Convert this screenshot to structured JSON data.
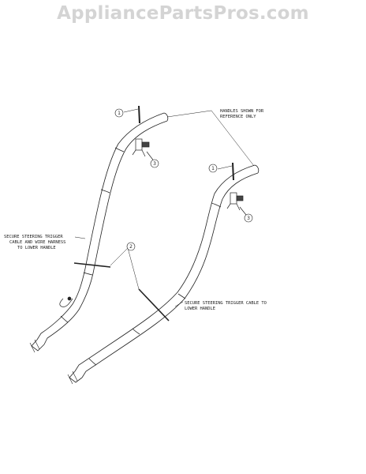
{
  "watermark": "AppliancePartsPros.com",
  "callouts": {
    "part1_upper": "1",
    "part1_lower": "1",
    "part2": "2",
    "part3_upper": "3",
    "part3_lower": "3"
  },
  "notes": {
    "reference": {
      "line1": "HANDLES SHOWN FOR",
      "line2": "REFERENCE ONLY"
    },
    "harness": {
      "line1": "SECURE STEERING TRIGGER",
      "line2": "CABLE AND WIRE HARNESS",
      "line3": "TO LOWER HANDLE"
    },
    "trigger": {
      "line1": "SECURE STEERING TRIGGER CABLE TO",
      "line2": "LOWER HANDLE"
    }
  },
  "colors": {
    "watermark": "#d4d4d4",
    "ink": "#222222"
  }
}
